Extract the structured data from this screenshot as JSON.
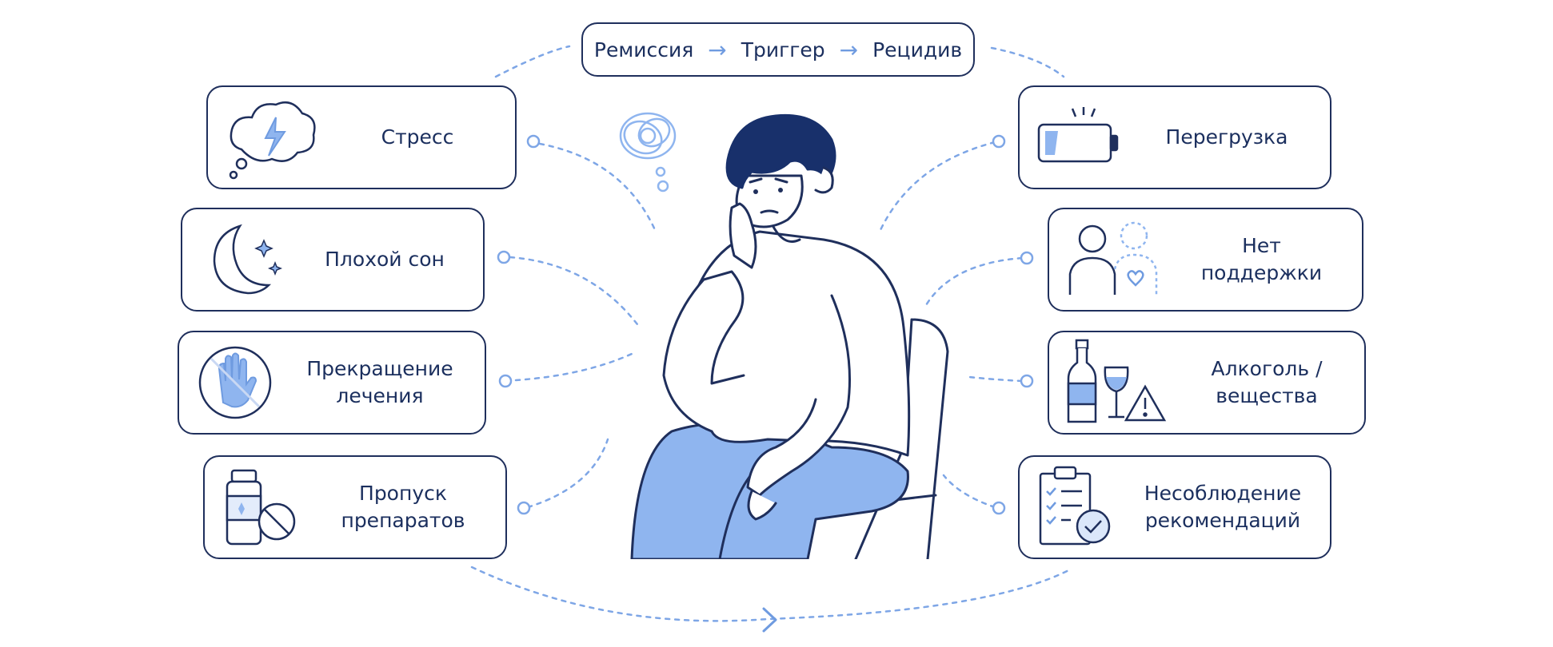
{
  "flow": {
    "step1": "Ремиссия",
    "step2": "Триггер",
    "step3": "Рецидив"
  },
  "triggers_left": [
    {
      "label": "Стресс",
      "icon": "thought-cloud-lightning-icon"
    },
    {
      "label": "Плохой сон",
      "icon": "moon-stars-icon"
    },
    {
      "label": "Прекращение\nлечения",
      "icon": "stop-hand-icon"
    },
    {
      "label": "Пропуск\nпрепаратов",
      "icon": "pill-bottle-prohibited-icon"
    }
  ],
  "triggers_right": [
    {
      "label": "Перегрузка",
      "icon": "low-battery-icon"
    },
    {
      "label": "Нет\nподдержки",
      "icon": "person-alone-icon"
    },
    {
      "label": "Алкоголь /\nвещества",
      "icon": "bottle-glass-warning-icon"
    },
    {
      "label": "Несоблюдение\nрекомендаций",
      "icon": "checklist-icon"
    }
  ],
  "colors": {
    "outline": "#1f2f5c",
    "accent": "#8fb5ef",
    "accent_dark": "#6f9be0",
    "hair": "#18306b"
  }
}
